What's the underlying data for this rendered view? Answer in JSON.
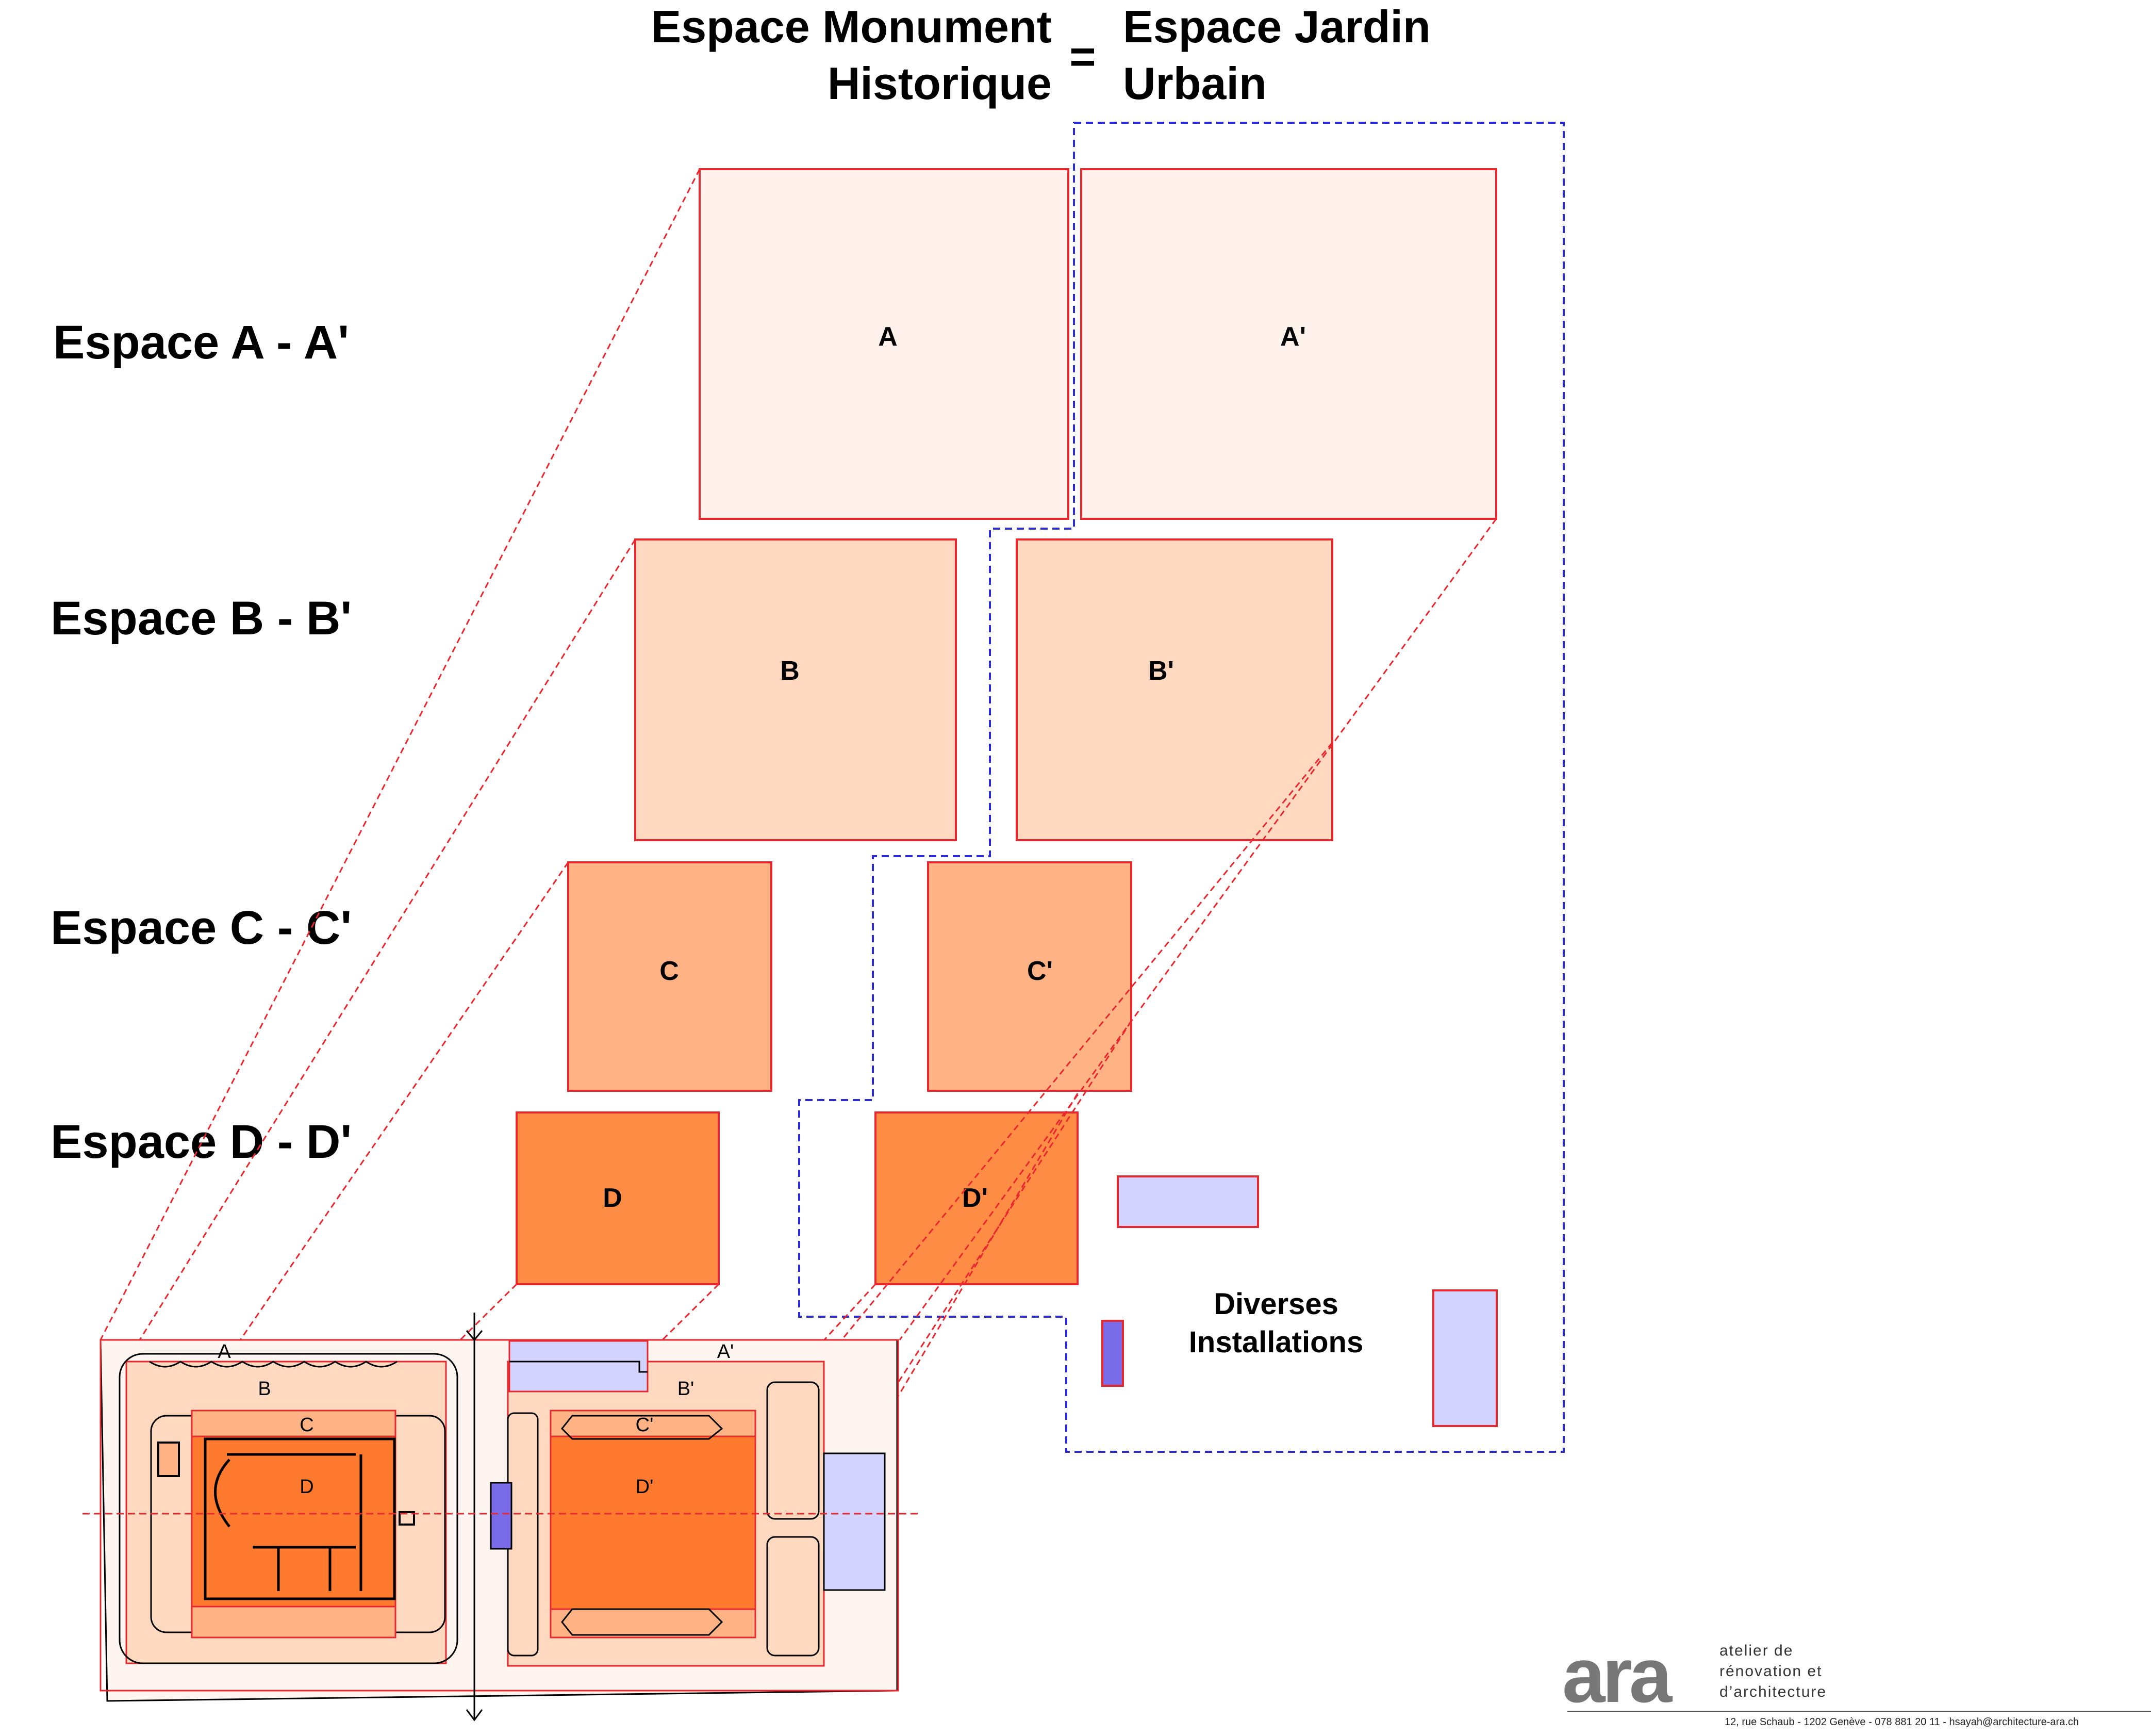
{
  "header": {
    "left_line1": "Espace Monument",
    "left_line2": "Historique",
    "equals": "=",
    "right_line1": "Espace Jardin",
    "right_line2": "Urbain"
  },
  "rows": {
    "a": "Espace A - A'",
    "b": "Espace B - B'",
    "c": "Espace C - C'",
    "d": "Espace D - D'"
  },
  "boxes": {
    "a": "A",
    "a_prime": "A'",
    "b": "B",
    "b_prime": "B'",
    "c": "C",
    "c_prime": "C'",
    "d": "D",
    "d_prime": "D'"
  },
  "installations": {
    "line1": "Diverses",
    "line2": "Installations"
  },
  "plan": {
    "a": "A",
    "a_prime": "A'",
    "b": "B",
    "b_prime": "B'",
    "c": "C",
    "c_prime": "C'",
    "d": "D",
    "d_prime": "D'"
  },
  "logo": {
    "mark": "ara",
    "line1": "atelier de",
    "line2": "rénovation et",
    "line3": "d’architecture"
  },
  "footer": "12, rue Schaub - 1202 Genève - 078 881 20 11 - hsayah@architecture-ara.ch",
  "colors": {
    "tier_a": "#FFF1EC",
    "tier_b": "#FFD9BF",
    "tier_c": "#FFB385",
    "tier_d": "#FF8C45",
    "plan_core": "#FF7A2E",
    "installation_light": "#D3D3FF",
    "installation_dark": "#7A6BE8",
    "frame_red": "#E8282E",
    "guide_blue": "#2B2BD9"
  }
}
